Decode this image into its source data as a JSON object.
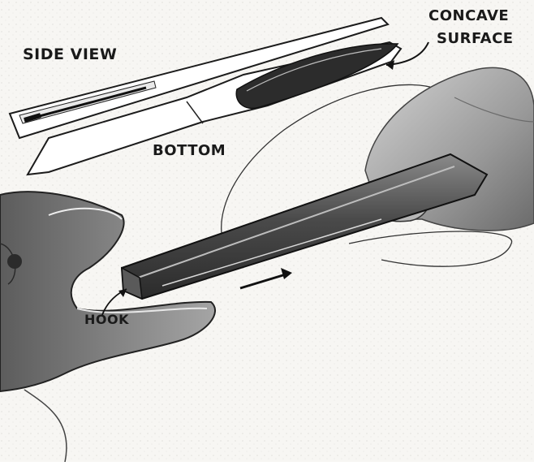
{
  "labels": {
    "side_view": "SIDE VIEW",
    "bottom": "BOTTOM",
    "concave_line1": "CONCAVE",
    "concave_line2": "SURFACE",
    "hook": "HOOK"
  }
}
